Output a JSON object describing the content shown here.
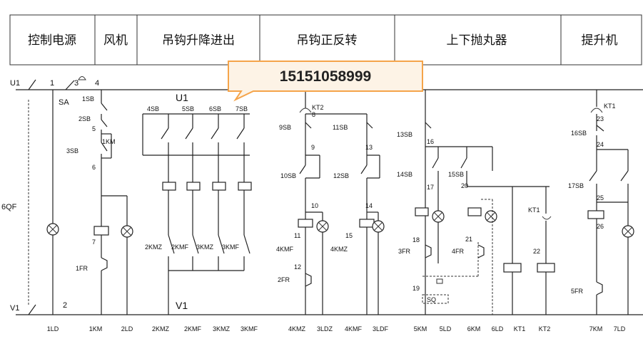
{
  "header": {
    "sections": [
      "控制电源",
      "风机",
      "吊钩升降进出",
      "吊钩正反转",
      "上下抛丸器",
      "提升机"
    ]
  },
  "callout": {
    "phone": "15151058999"
  },
  "rails": {
    "top_left": "U1",
    "bottom_left": "V1",
    "side_left": "6QF",
    "switch": "SA",
    "mid_top": "U1",
    "mid_bottom": "V1"
  },
  "node_labels": {
    "n1": "1",
    "n2": "2",
    "n3": "3",
    "n4": "4",
    "n5": "5",
    "n6": "6",
    "n7": "7",
    "n8": "8",
    "n9": "9",
    "n10": "10",
    "n11": "11",
    "n12": "12",
    "n13": "13",
    "n14": "14",
    "n15": "15",
    "n16": "16",
    "n17": "17",
    "n18": "18",
    "n19": "19",
    "n20": "20",
    "n21": "21",
    "n22": "22",
    "n23": "23",
    "n24": "24",
    "n25": "25",
    "n26": "26"
  },
  "device_labels": {
    "sb1": "1SB",
    "sb2": "2SB",
    "sb3": "3SB",
    "km1": "1KM",
    "fr1": "1FR",
    "sb4": "4SB",
    "sb5": "5SB",
    "sb6": "6SB",
    "sb7": "7SB",
    "kmz2": "2KMZ",
    "kmf2": "2KMF",
    "kmz3": "3KMZ",
    "kmf3": "3KMF",
    "kt2": "KT2",
    "sb9": "9SB",
    "sb10": "10SB",
    "sb11": "11SB",
    "sb12": "12SB",
    "kmf4": "4KMF",
    "kmz4": "4KMZ",
    "fr2": "2FR",
    "sb13": "13SB",
    "sb14": "14SB",
    "sb15": "15SB",
    "fr3": "3FR",
    "fr4": "4FR",
    "sq": "SQ",
    "kt1": "KT1",
    "kt1b": "KT1",
    "sb16": "16SB",
    "sb17": "17SB",
    "fr5": "5FR"
  },
  "bottom_labels": [
    "1LD",
    "1KM",
    "2LD",
    "2KMZ",
    "2KMF",
    "3KMZ",
    "3KMF",
    "4KMZ",
    "3LDZ",
    "4KMF",
    "3LDF",
    "5KM",
    "5LD",
    "6KM",
    "6LD",
    "KT1",
    "KT2",
    "7KM",
    "7LD"
  ]
}
